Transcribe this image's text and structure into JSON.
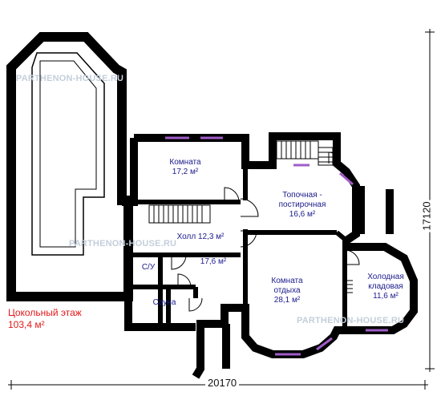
{
  "watermark": "PARTHENON-HOUSE.RU",
  "floor": {
    "name": "Цокольный этаж",
    "area": "103,4 м²"
  },
  "dimensions": {
    "width": "20170",
    "height": "17120"
  },
  "rooms": {
    "komnata": {
      "name": "Комната",
      "area": "17,2 м²"
    },
    "topochnaya": {
      "name_line1": "Топочная -",
      "name_line2": "постирочная",
      "area": "16,6 м²"
    },
    "holl": {
      "label": "Холл 12,3 м²"
    },
    "corridor": {
      "area": "17,6 м²"
    },
    "su": {
      "name": "С/У"
    },
    "sauna": {
      "name": "Сауна"
    },
    "otdyh": {
      "name_line1": "Комната",
      "name_line2": "отдыха",
      "area": "28,1 м²"
    },
    "kladovaya": {
      "name_line1": "Холодная",
      "name_line2": "кладовая",
      "area": "11,6 м²"
    }
  },
  "colors": {
    "wall": "#000000",
    "window": "#a05cc8",
    "label": "#1a1a8c",
    "floor_label": "#e31818"
  }
}
